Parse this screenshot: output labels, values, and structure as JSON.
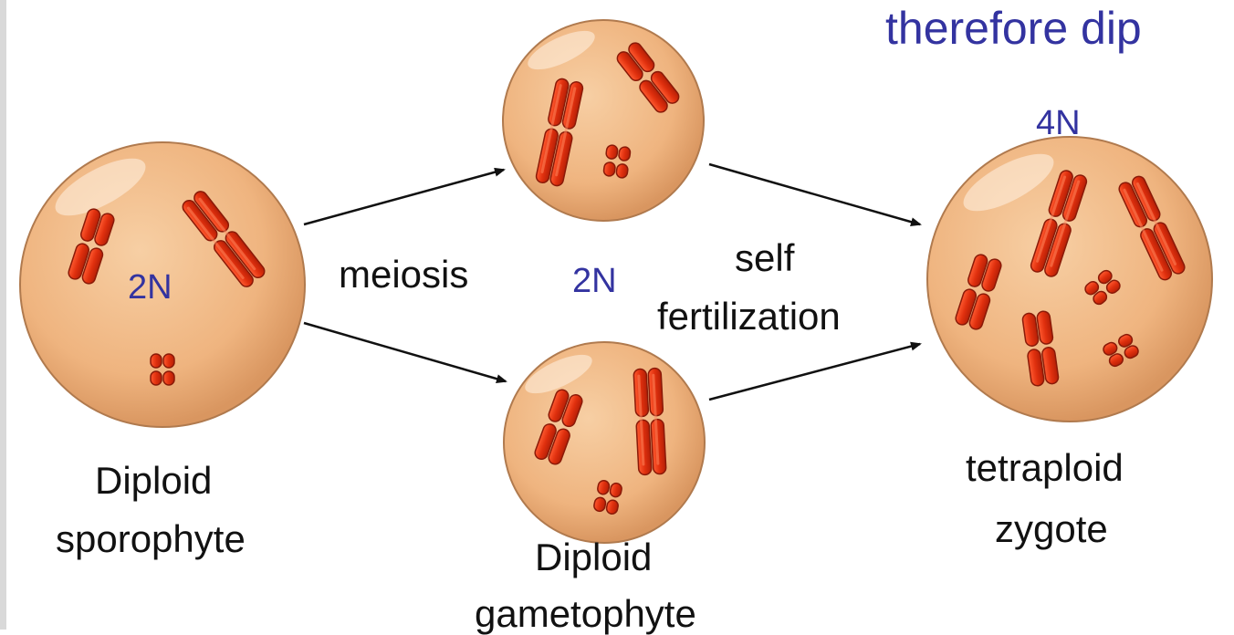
{
  "slide": {
    "title_fragment": "therefore dip"
  },
  "labels": {
    "sporophyte_ploidy": "2N",
    "gametophyte_ploidy": "2N",
    "zygote_ploidy": "4N",
    "arrow_meiosis": "meiosis",
    "arrow_fertilization_line1": "self",
    "arrow_fertilization_line2": "fertilization",
    "sporophyte_line1": "Diploid",
    "sporophyte_line2": "sporophyte",
    "gametophyte_line1": "Diploid",
    "gametophyte_line2": "gametophyte",
    "zygote_line1": "tetraploid",
    "zygote_line2": "zygote"
  },
  "colors": {
    "cell_fill": "#f2b886",
    "cell_edge": "#c0885a",
    "chromosome": "#d42a10",
    "chromosome_edge": "#8a1a08",
    "label_blue": "#3333a0",
    "text": "#111111"
  },
  "diagram": {
    "nodes": [
      "diploid-sporophyte",
      "meiosis-product-top",
      "diploid-gametophyte",
      "tetraploid-zygote"
    ],
    "edges": [
      {
        "from": "diploid-sporophyte",
        "to": "meiosis-product-top",
        "label": "meiosis"
      },
      {
        "from": "diploid-sporophyte",
        "to": "diploid-gametophyte",
        "label": "meiosis"
      },
      {
        "from": "meiosis-product-top",
        "to": "tetraploid-zygote",
        "label": "self fertilization"
      },
      {
        "from": "diploid-gametophyte",
        "to": "tetraploid-zygote",
        "label": "self fertilization"
      }
    ]
  }
}
